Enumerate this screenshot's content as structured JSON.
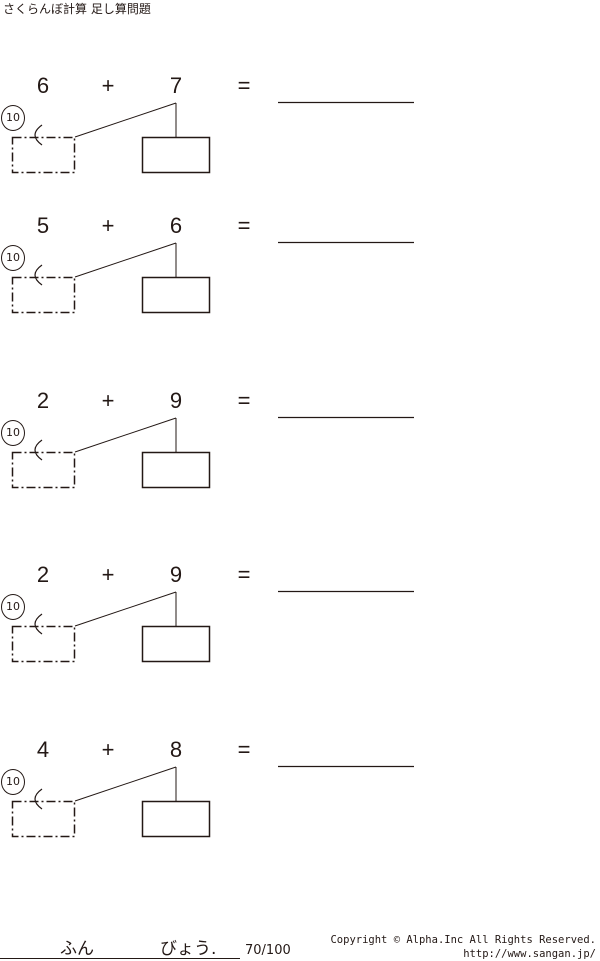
{
  "title": "さくらんぼ計算 足し算問題",
  "ten_label": "10",
  "operators": {
    "plus": "+",
    "equals": "="
  },
  "problems": [
    {
      "a": "6",
      "b": "7"
    },
    {
      "a": "5",
      "b": "6"
    },
    {
      "a": "2",
      "b": "9"
    },
    {
      "a": "2",
      "b": "9"
    },
    {
      "a": "4",
      "b": "8"
    }
  ],
  "footer": {
    "minutes": "ふん",
    "seconds": "びょう.",
    "score": "70/100",
    "copyright": "Copyright ©  Alpha.Inc All Rights Reserved.",
    "url": "http://www.sangan.jp/"
  }
}
